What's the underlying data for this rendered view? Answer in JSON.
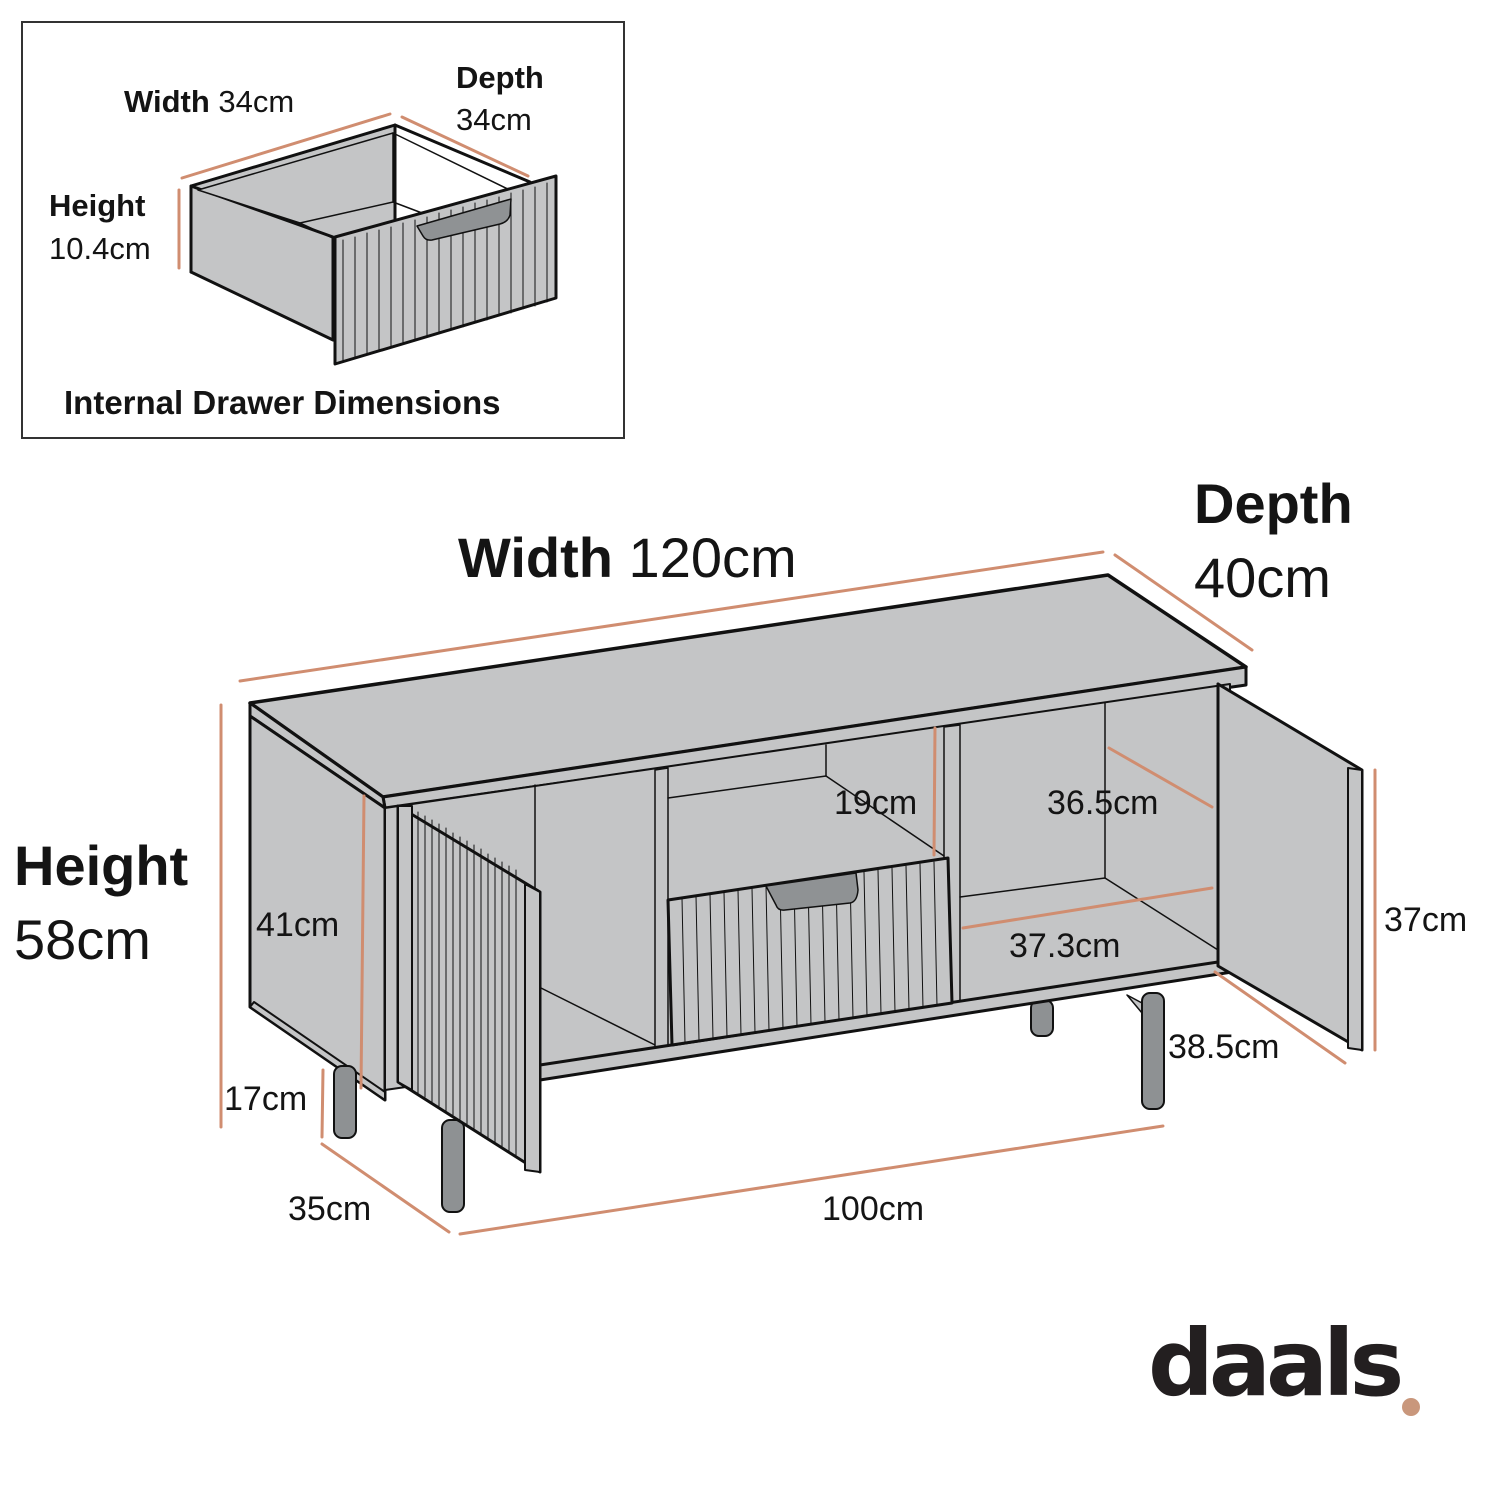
{
  "colors": {
    "dimension_line": "#d08d70",
    "panel_fill": "#c4c5c6",
    "outline": "#111111",
    "leg_fill": "#8e9193",
    "handle_fill": "#8f9294",
    "logo_text": "#231f20",
    "logo_dot": "#c9977c"
  },
  "inset": {
    "caption": "Internal Drawer Dimensions",
    "width": {
      "label": "Width",
      "value": "34cm"
    },
    "depth": {
      "label": "Depth",
      "value": "34cm"
    },
    "height": {
      "label": "Height",
      "value": "10.4cm"
    }
  },
  "overall": {
    "width": {
      "label": "Width",
      "value": "120cm"
    },
    "depth": {
      "label": "Depth",
      "value": "40cm"
    },
    "height": {
      "label": "Height",
      "value": "58cm"
    }
  },
  "measurements": {
    "side_cabinet_height": "41cm",
    "leg_height": "17cm",
    "leg_depth_span": "35cm",
    "leg_width_span": "100cm",
    "drawer_opening_height": "19cm",
    "compartment_depth": "36.5cm",
    "compartment_width": "37.3cm",
    "door_height": "37cm",
    "door_width": "38.5cm"
  },
  "brand": {
    "logo_text": "daals"
  }
}
